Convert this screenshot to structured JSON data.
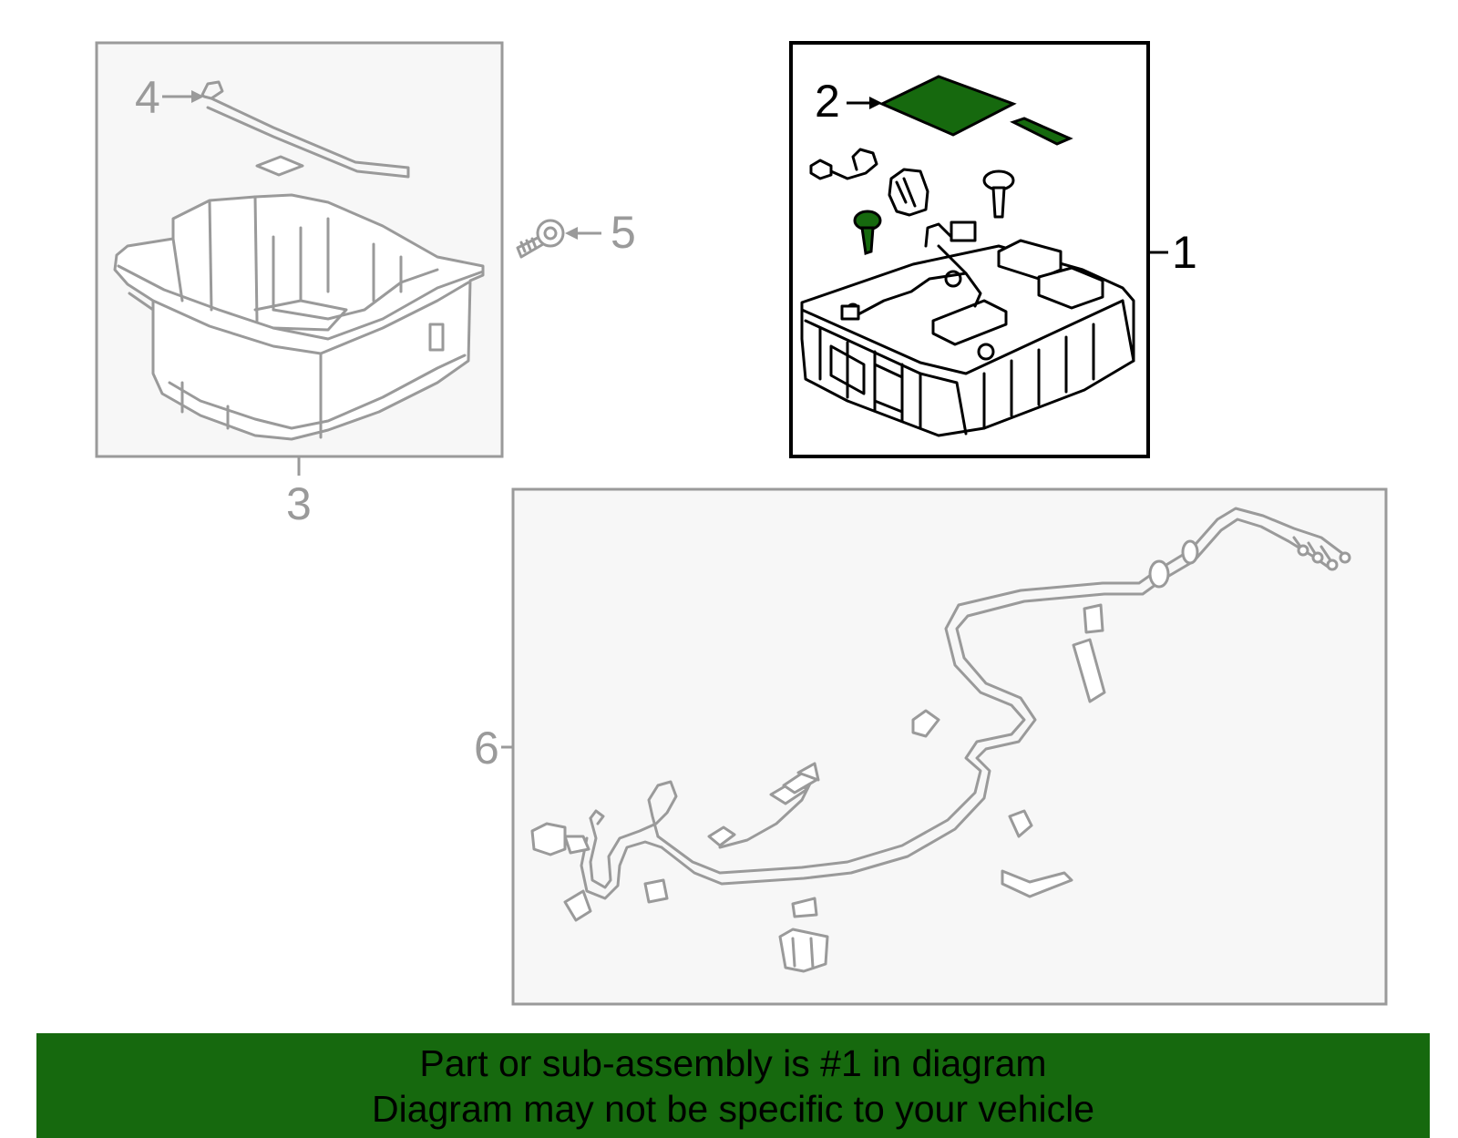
{
  "callouts": {
    "c1": "1",
    "c2": "2",
    "c3": "3",
    "c4": "4",
    "c5": "5",
    "c6": "6"
  },
  "colors": {
    "highlight": "#16690e",
    "frame_highlight": "#000000",
    "frame_dim": "#9a9a9a",
    "panel_bg": "#f7f7f7"
  },
  "banner": {
    "line1": "Part or sub-assembly is #1 in diagram",
    "line2": "Diagram may not be specific to your vehicle"
  }
}
